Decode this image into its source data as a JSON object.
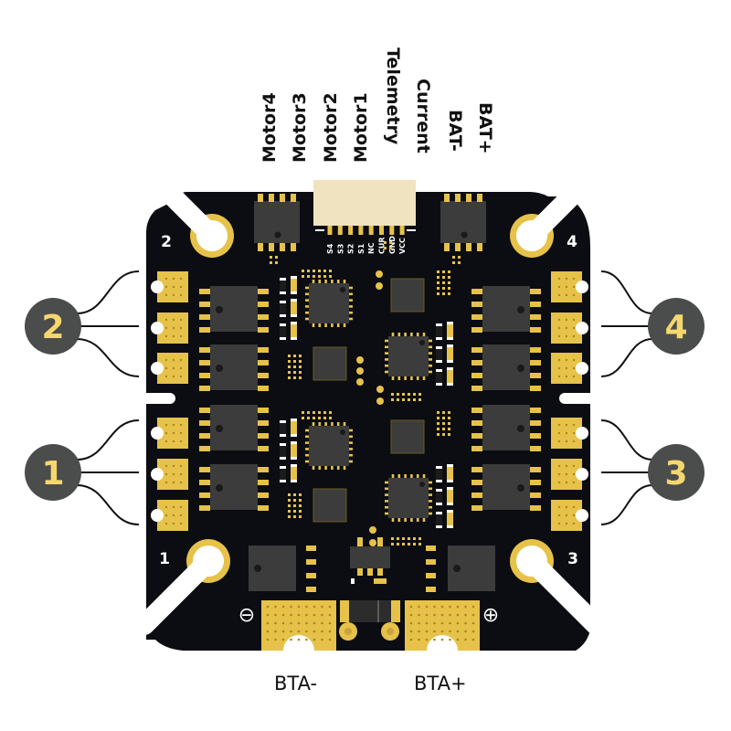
{
  "title": "4-in-1 ESC wiring diagram",
  "top_labels": [
    {
      "id": "motor4",
      "text": "Motor4"
    },
    {
      "id": "motor3",
      "text": "Motor3"
    },
    {
      "id": "motor2",
      "text": "Motor2"
    },
    {
      "id": "motor1",
      "text": "Motor1"
    },
    {
      "id": "telemetry",
      "text": "Telemetry"
    },
    {
      "id": "current",
      "text": "Current"
    },
    {
      "id": "bat-minus",
      "text": "BAT-"
    },
    {
      "id": "bat-plus",
      "text": "BAT+"
    }
  ],
  "connector_pins": [
    "S4",
    "S3",
    "S2",
    "S1",
    "NC",
    "CUR",
    "GND",
    "VCC"
  ],
  "mount_hole_labels": {
    "top_left": "2",
    "top_right": "4",
    "bottom_left": "1",
    "bottom_right": "3"
  },
  "motor_badges": [
    {
      "id": "motor-2",
      "text": "2",
      "side": "left"
    },
    {
      "id": "motor-1",
      "text": "1",
      "side": "left"
    },
    {
      "id": "motor-4",
      "text": "4",
      "side": "right"
    },
    {
      "id": "motor-3",
      "text": "3",
      "side": "right"
    }
  ],
  "bottom_labels": {
    "negative": "BTA-",
    "positive": "BTA+"
  },
  "polarity_symbols": {
    "negative": "⊖",
    "positive": "⊕"
  },
  "colors": {
    "pcb": "#0b0d12",
    "gold": "#e6c24a",
    "chip": "#3c3c3c",
    "badge": "#4a4d4c",
    "badge_text": "#f5d76e",
    "connector": "#f0e3bf",
    "white": "#ffffff"
  }
}
